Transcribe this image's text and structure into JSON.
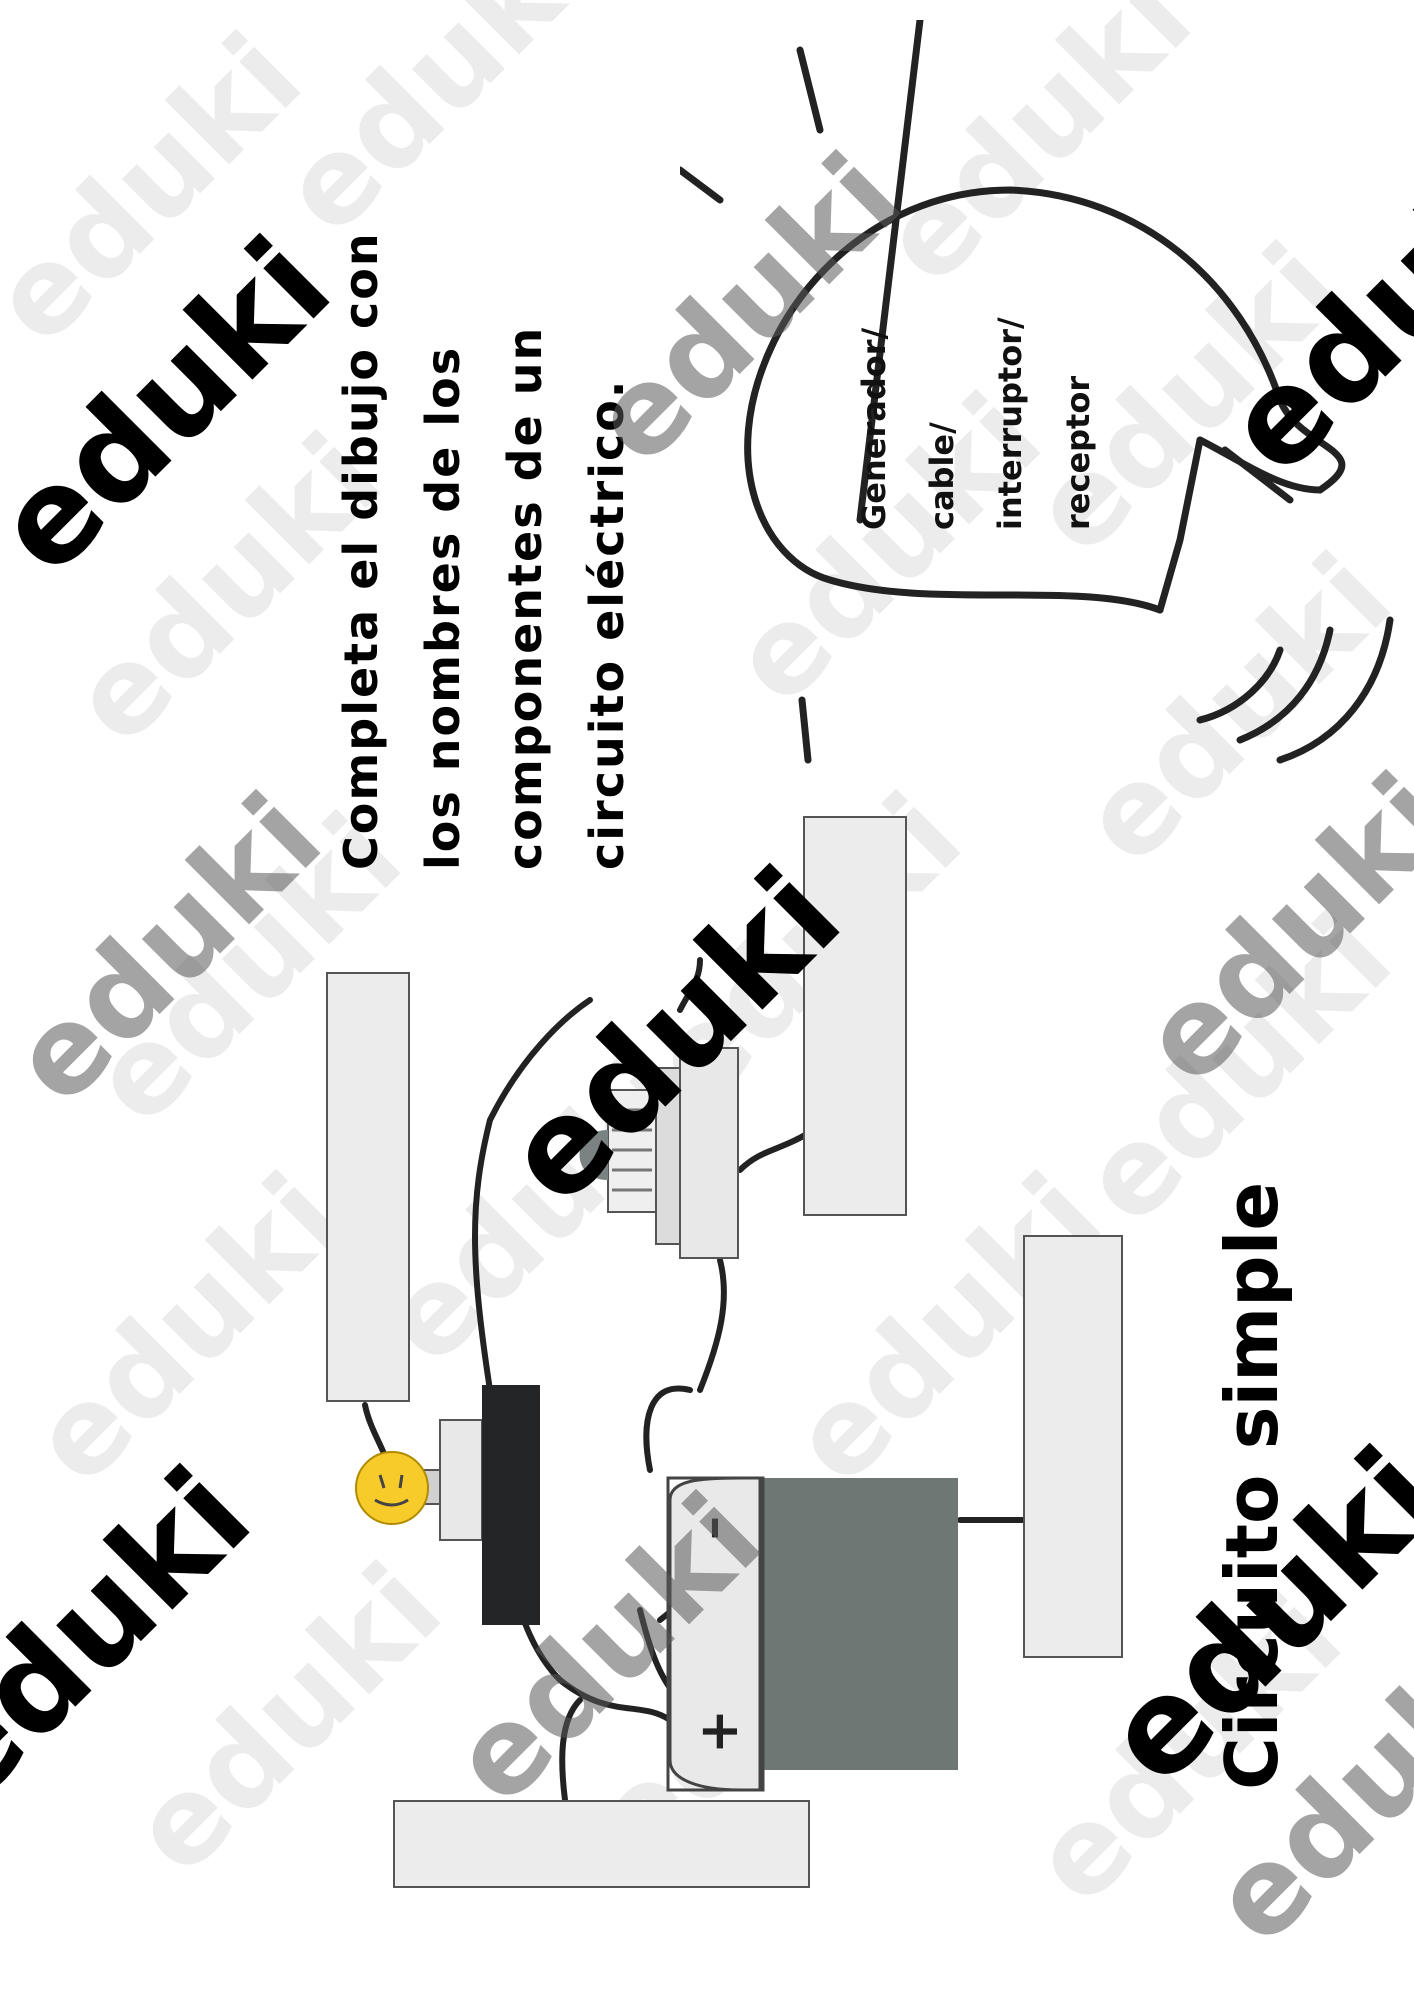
{
  "instructions": {
    "lines": [
      "Completa el dibujo con",
      "los nombres de los",
      "componentes de un",
      "circuito eléctrico."
    ]
  },
  "heading": "Circuito simple",
  "hint_bubble": {
    "lines": [
      "Generador/",
      "cable/",
      "interruptor/",
      "receptor"
    ]
  },
  "battery": {
    "negative": "–",
    "positive": "+",
    "color": "#6f7775"
  },
  "watermark": "eduki",
  "colors": {
    "bulb": "#f6cb2a",
    "switch": "#242526",
    "box_fill": "#ececec"
  }
}
